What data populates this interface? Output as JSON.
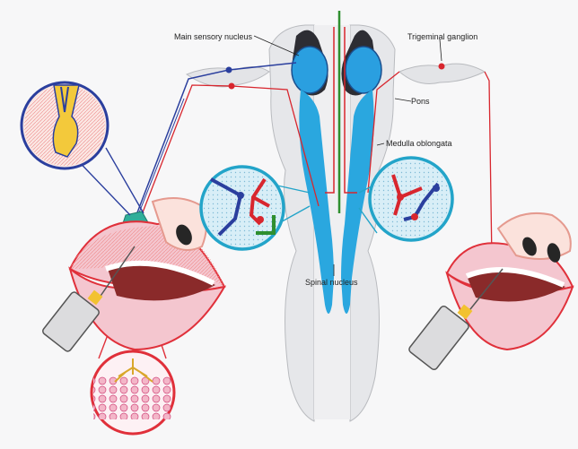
{
  "labels": {
    "main_sensory_nucleus": "Main sensory nucleus",
    "trigeminal_ganglion": "Trigeminal ganglion",
    "pons": "Pons",
    "medulla_oblongata": "Medulla oblongata",
    "spinal_nucleus": "Spinal nucleus"
  },
  "colors": {
    "nerve_blue": "#2b3f9e",
    "nerve_red": "#d8262e",
    "nerve_green": "#2f8f2f",
    "nucleus_blue": "#29a8dd",
    "lip_red": "#e0303a",
    "inset_blue": "#23a4c9",
    "lesion_teal": "#2fae9a"
  }
}
